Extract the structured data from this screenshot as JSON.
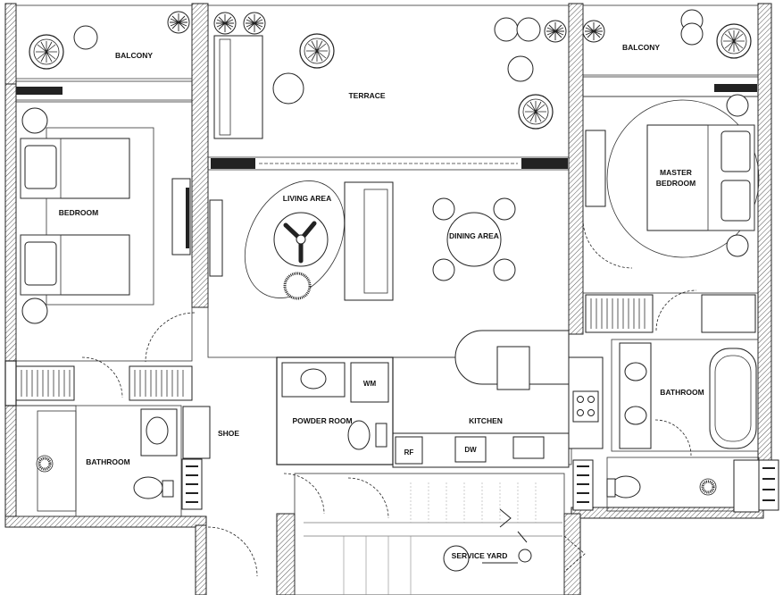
{
  "rooms": {
    "balcony_left": "BALCONY",
    "terrace": "TERRACE",
    "balcony_right": "BALCONY",
    "bedroom": "BEDROOM",
    "living_area": "LIVING AREA",
    "dining_area": "DINING AREA",
    "master_bedroom_line1": "MASTER",
    "master_bedroom_line2": "BEDROOM",
    "bathroom_right": "BATHROOM",
    "bathroom_left": "BATHROOM",
    "powder_room": "POWDER ROOM",
    "kitchen": "KITCHEN",
    "shoe": "SHOE",
    "service_yard": "SERVICE YARD"
  },
  "appliances": {
    "washing_machine": "WM",
    "refrigerator": "RF",
    "dishwasher": "DW"
  }
}
